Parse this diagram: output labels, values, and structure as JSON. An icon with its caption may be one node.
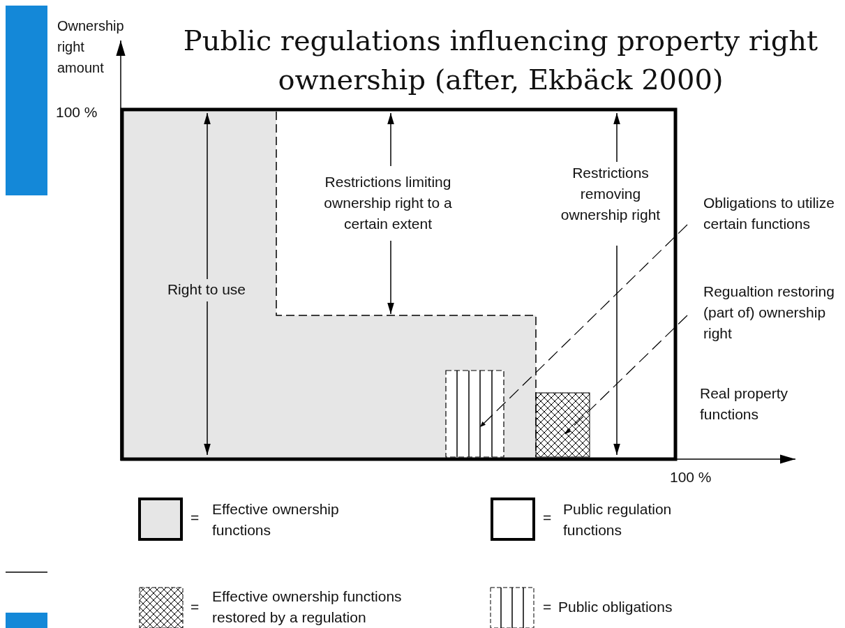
{
  "diagram": {
    "title": "Public regulations influencing property right ownership (after, Ekbäck 2000)",
    "nodes": [
      {
        "text": [
          "Obligations to utilize certain functions"
        ]
      },
      {
        "text": [],
        "shape": "box"
      },
      {
        "text": [
          "Regualtion restoring (part of) ownership right"
        ]
      },
      {
        "text": [],
        "shape": "box"
      }
    ],
    "edges": [
      {
        "from": 0,
        "to": 1,
        "arrow": "to",
        "style": "dashed"
      },
      {
        "from": 2,
        "to": 3,
        "arrow": "to",
        "style": "dashed"
      }
    ],
    "labels": [
      "Ownership right amount",
      "100 %",
      "Right to use",
      "Restrictions limiting ownership right to a certain extent",
      "Restrictions removing ownership right",
      "Real property functions",
      "100 %",
      "=",
      "=",
      "=",
      "="
    ],
    "legend": [
      {
        "text": "Effective ownership functions",
        "color": "#e6e6e6"
      },
      {
        "text": "Public regulation functions",
        "color": "#ffffff"
      },
      {
        "text": "Effective ownership functions restored by a regulation"
      },
      {
        "text": "Public obligations"
      }
    ]
  }
}
